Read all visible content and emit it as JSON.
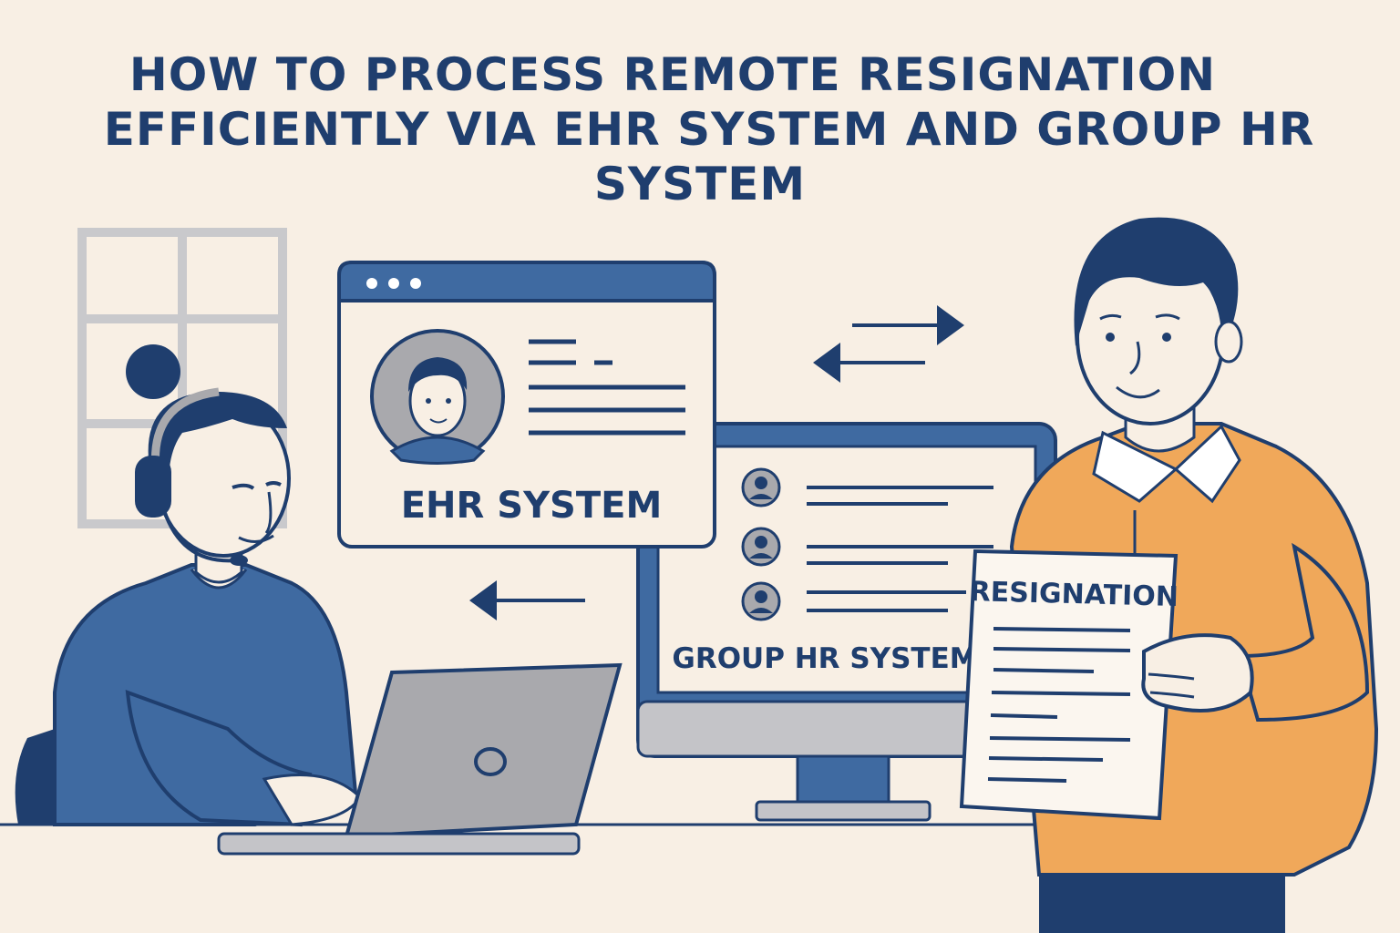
{
  "title": {
    "line1": "HOW TO PROCESS REMOTE RESIGNATION",
    "line2": "EFFICIENTLY VIA EHR SYSTEM AND GROUP HR",
    "line3": "SYSTEM"
  },
  "ehr_window": {
    "label": "EHR SYSTEM"
  },
  "group_hr_monitor": {
    "label": "GROUP HR SYSTEM"
  },
  "resignation_letter": {
    "heading": "RESIGNATION"
  },
  "colors": {
    "background": "#f8efe4",
    "navy": "#1f3e6e",
    "blue": "#3f6aa1",
    "orange": "#f0a85a",
    "gray": "#a9a9ad"
  }
}
